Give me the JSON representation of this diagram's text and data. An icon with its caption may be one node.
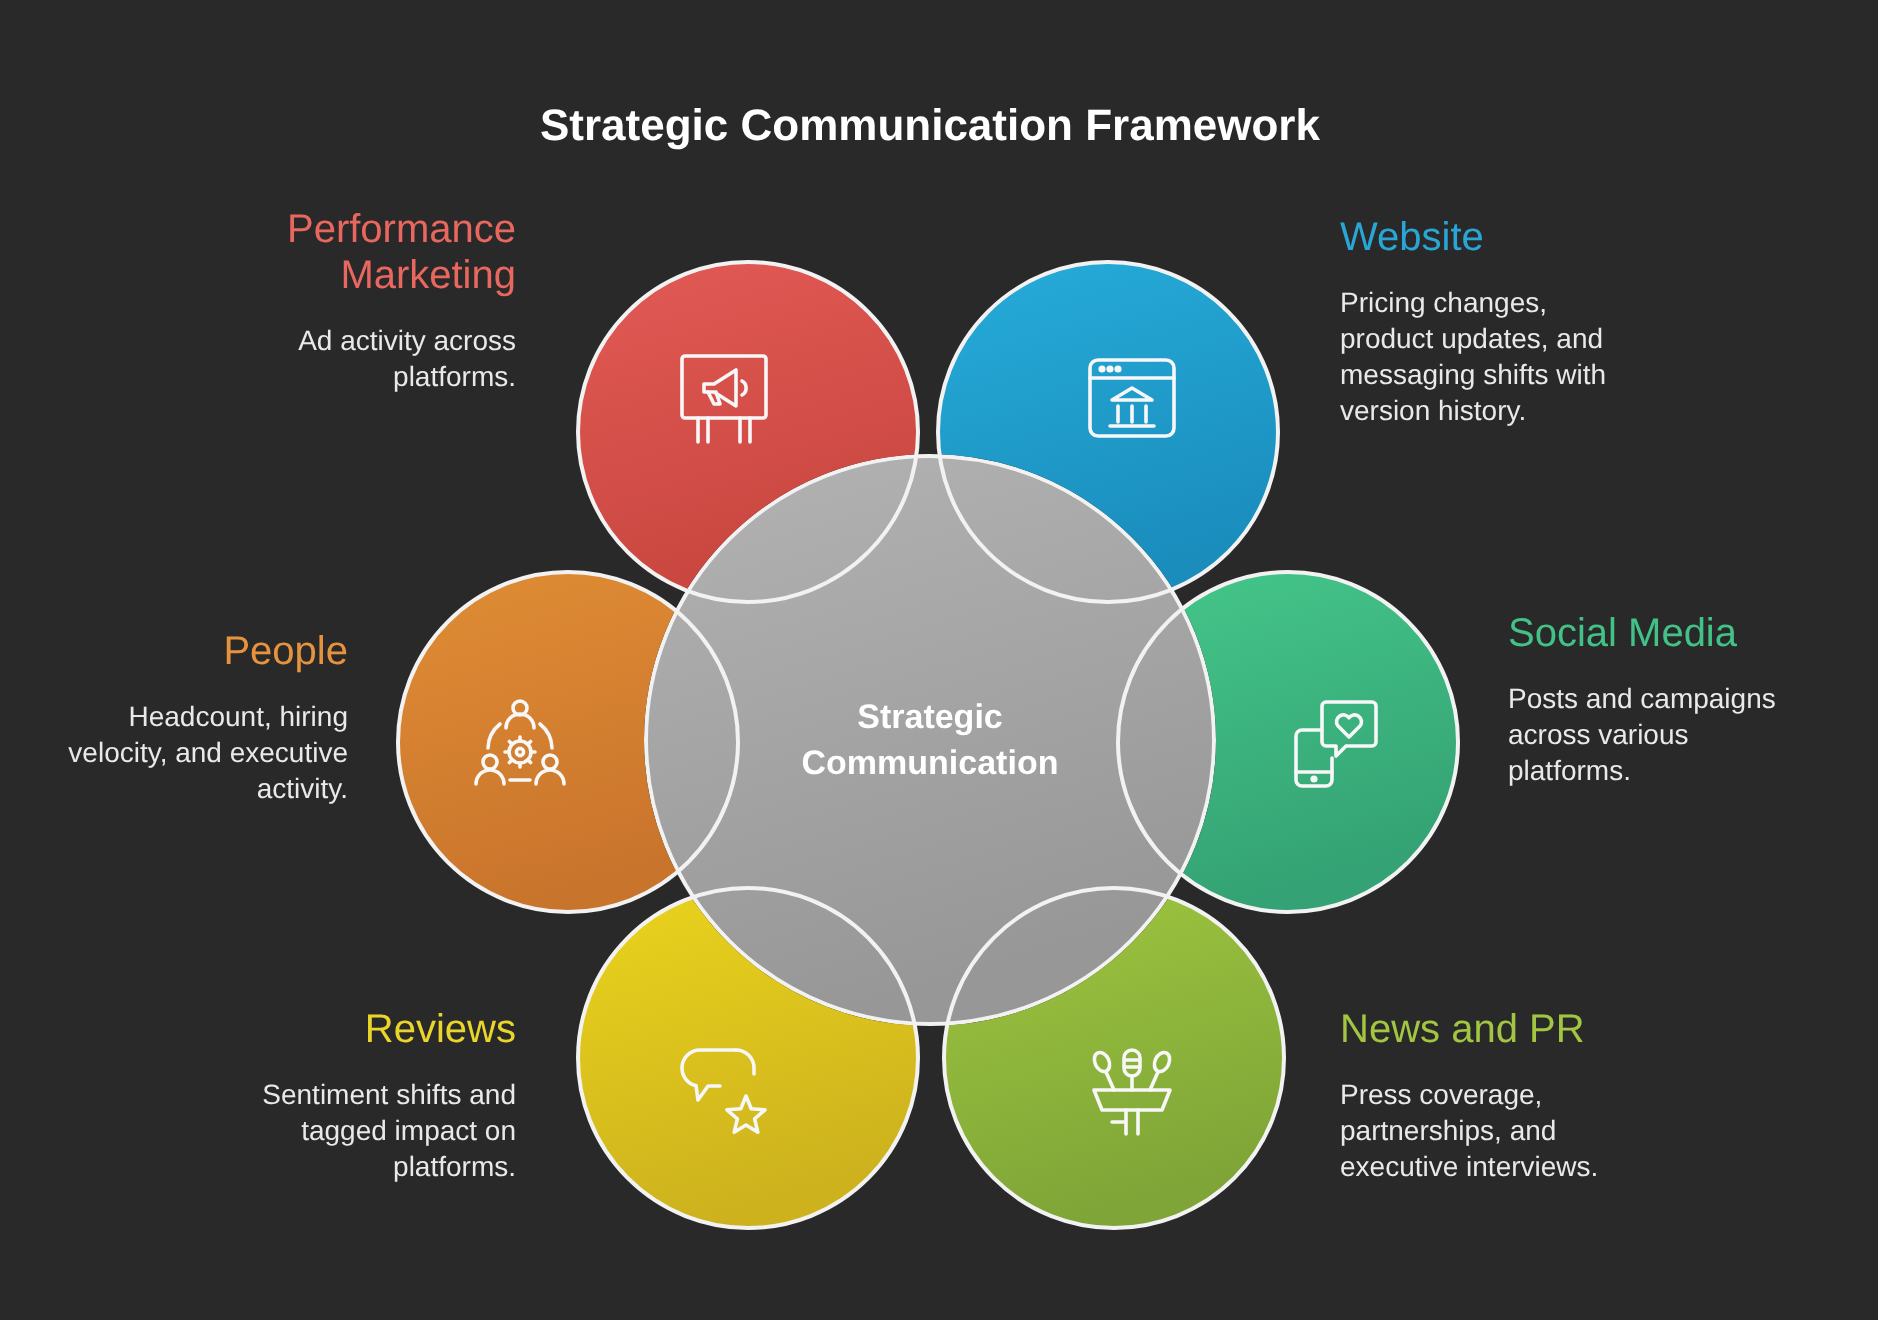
{
  "diagram": {
    "title": "Strategic Communication Framework",
    "nodes": [
      {
        "text": [
          "Performance Marketing",
          "Ad activity across platforms."
        ]
      },
      {
        "text": [
          "Website",
          "Pricing changes, product updates, and messaging shifts with version history."
        ]
      },
      {
        "text": [
          "People",
          "Headcount, hiring velocity, and executive activity."
        ]
      },
      {
        "text": [
          "Strategic Communication"
        ]
      },
      {
        "text": [
          "Social Media",
          "Posts and campaigns across various platforms."
        ]
      },
      {
        "text": [
          "Reviews",
          "Sentiment shifts and tagged impact on platforms."
        ]
      },
      {
        "text": [
          "News and PR",
          "Press coverage, partnerships, and executive interviews."
        ]
      }
    ]
  }
}
